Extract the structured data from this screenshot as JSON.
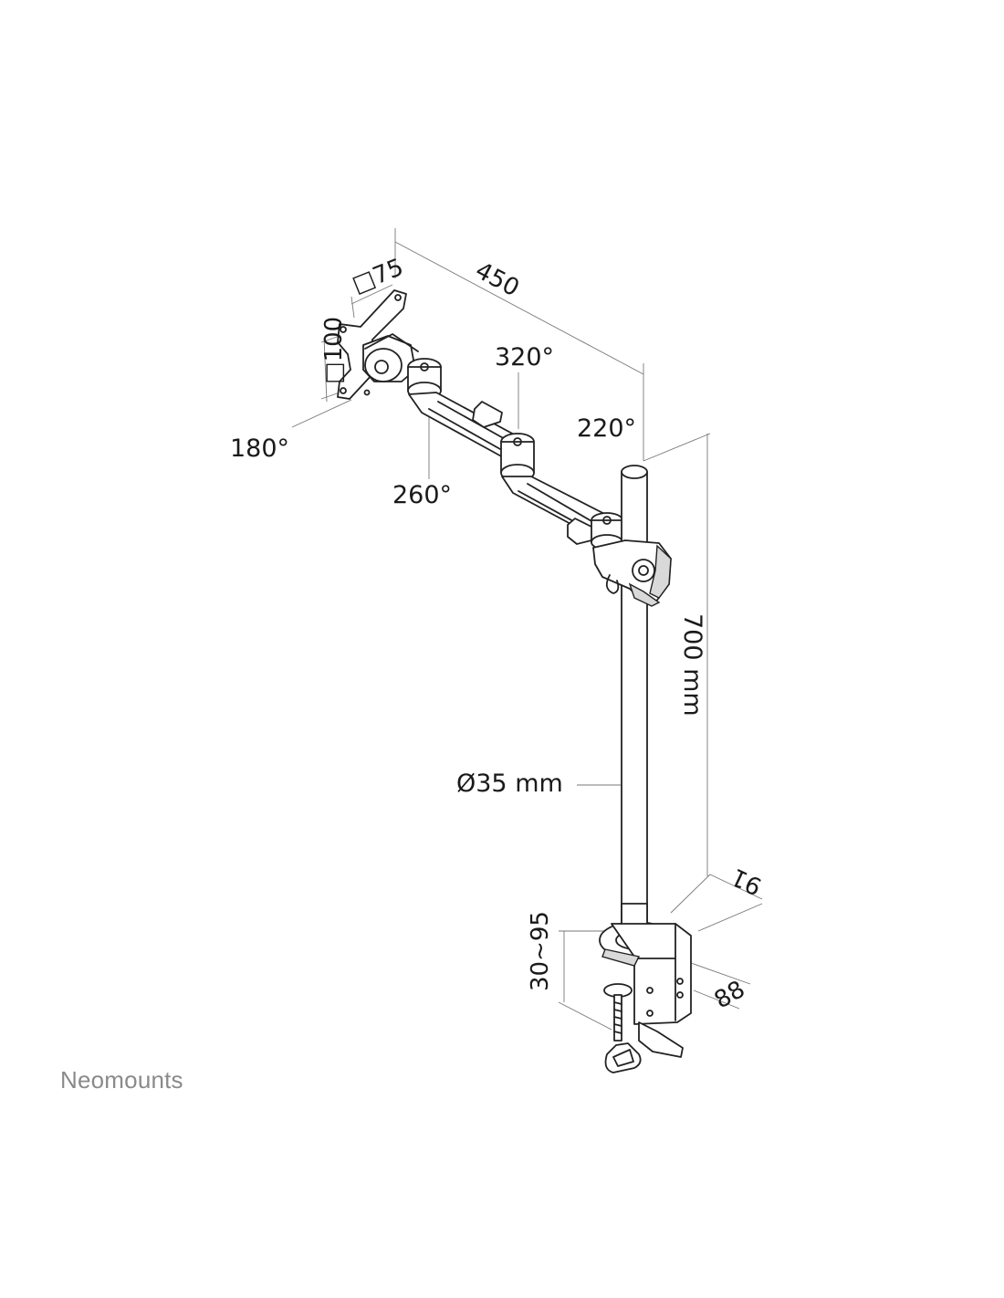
{
  "brand": "Neomounts",
  "labels": {
    "vesa_75": "□75",
    "vesa_100": "□100",
    "reach": "450",
    "rot_320": "320°",
    "rot_220": "220°",
    "rot_180": "180°",
    "rot_260": "260°",
    "pole_height": "700 mm",
    "pole_diameter": "Ø35 mm",
    "clamp_depth": "91",
    "clamp_width": "88",
    "desk_thickness": "30~95"
  }
}
